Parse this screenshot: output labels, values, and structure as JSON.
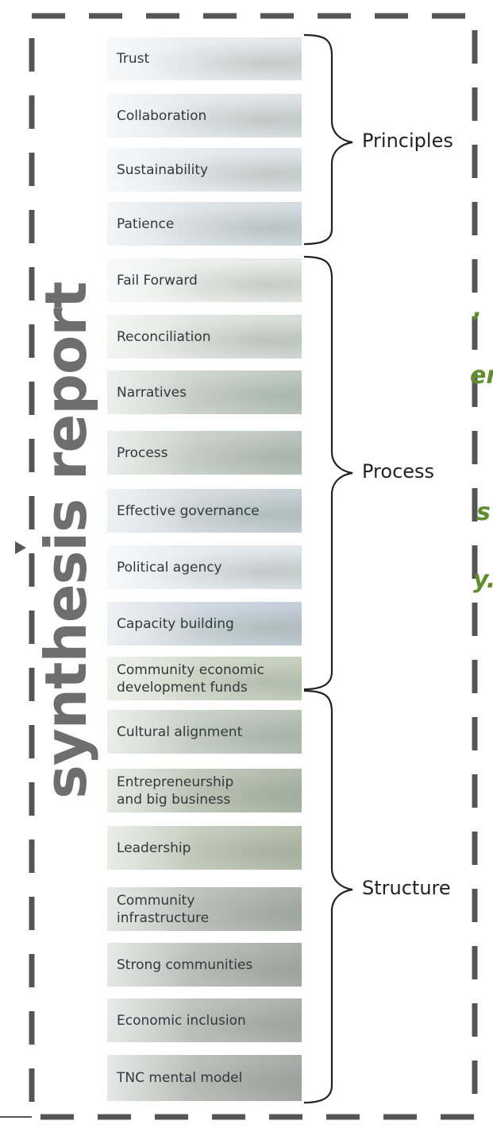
{
  "title": "synthesis report",
  "fragments": {
    "f1": ",",
    "f2": "er",
    "f3": "s",
    "f4": "y."
  },
  "tiles": [
    {
      "label": "Trust",
      "shade": "#e3e6ea"
    },
    {
      "label": "Collaboration",
      "shade": "#dde2e6"
    },
    {
      "label": "Sustainability",
      "shade": "#dfe4e8"
    },
    {
      "label": "Patience",
      "shade": "#d3dbe1"
    },
    {
      "label": "Fail Forward",
      "shade": "#e6e9e7"
    },
    {
      "label": "Reconciliation",
      "shade": "#d6dcd6"
    },
    {
      "label": "Narratives",
      "shade": "#bcc7c0"
    },
    {
      "label": "Process",
      "shade": "#b9c3bd"
    },
    {
      "label": "Effective governance",
      "shade": "#c6cfd6"
    },
    {
      "label": "Political agency",
      "shade": "#dfe5ea"
    },
    {
      "label": "Capacity building",
      "shade": "#c2cdd8"
    },
    {
      "label": "Community economic\ndevelopment funds",
      "shade": "#c5cfbc"
    },
    {
      "label": "Cultural alignment",
      "shade": "#b8c2b7"
    },
    {
      "label": "Entrepreneurship\nand big business",
      "shade": "#adb8a6"
    },
    {
      "label": "Leadership",
      "shade": "#b4bda9"
    },
    {
      "label": "Community\ninfrastructure",
      "shade": "#a9afa8"
    },
    {
      "label": "Strong communities",
      "shade": "#a7aca7"
    },
    {
      "label": "Economic inclusion",
      "shade": "#a9aeaa"
    },
    {
      "label": "TNC mental model",
      "shade": "#a6aaa7"
    }
  ],
  "groups": [
    {
      "label": "Principles"
    },
    {
      "label": "Process"
    },
    {
      "label": "Structure"
    }
  ],
  "colors": {
    "frame": "#555555",
    "brace": "#222222",
    "accent_green": "#5f8f2a",
    "title": "#6e6e6e"
  }
}
